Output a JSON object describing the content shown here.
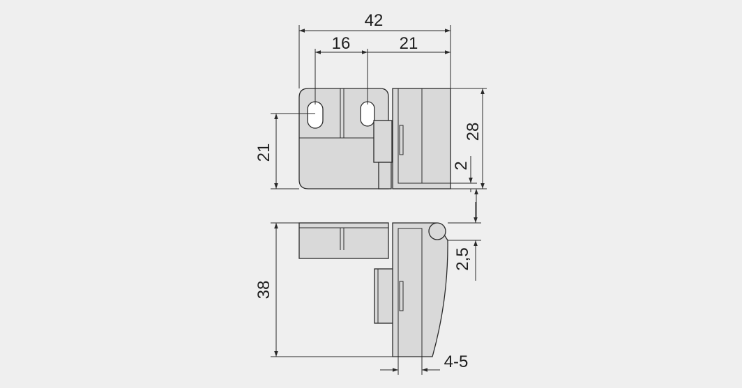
{
  "colors": {
    "background": "#efefef",
    "part_fill": "#d9d9d9",
    "line": "#2a2a2a",
    "hole_fill": "#ffffff"
  },
  "dimensions": {
    "overall_width": "42",
    "hole_spacing": "16",
    "hole_to_edge": "21",
    "top_view_height": "28",
    "hole_height": "21",
    "gap": "2",
    "hinge_offset": "2,5",
    "side_view_height": "38",
    "door_thickness": "4-5"
  }
}
